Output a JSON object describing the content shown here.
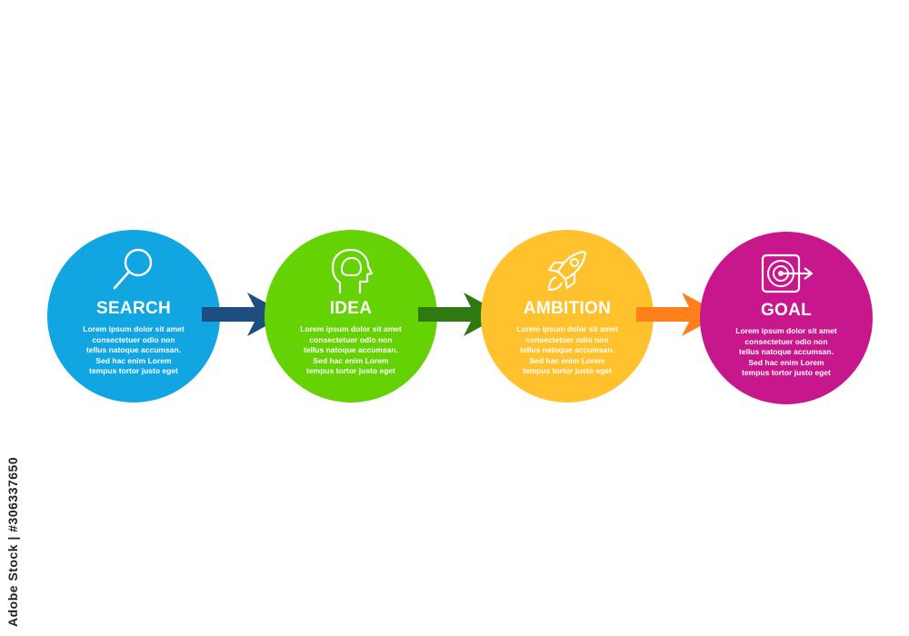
{
  "steps": [
    {
      "title": "SEARCH",
      "icon": "magnifier-icon",
      "color": "#11a5e1",
      "desc": [
        "Lorem ipsum dolor sit amet",
        "consectetuer odio non",
        "tellus natoque accumsan.",
        "Sed hac enim Lorem",
        "tempus tortor justo eget"
      ]
    },
    {
      "title": "IDEA",
      "icon": "head-icon",
      "color": "#64d203",
      "desc": [
        "Lorem ipsum dolor sit amet",
        "consectetuer odio non",
        "tellus natoque accumsan.",
        "Sed hac enim Lorem",
        "tempus tortor justo eget"
      ]
    },
    {
      "title": "AMBITION",
      "icon": "rocket-icon",
      "color": "#ffc12c",
      "desc": [
        "Lorem ipsum dolor sit amet",
        "consectetuer odio non",
        "tellus natoque accumsan.",
        "Sed hac enim Lorem",
        "tempus tortor justo eget"
      ]
    },
    {
      "title": "GOAL",
      "icon": "target-icon",
      "color": "#c8168c",
      "desc": [
        "Lorem ipsum dolor sit amet",
        "consectetuer odio non",
        "tellus natoque accumsan.",
        "Sed hac enim Lorem",
        "tempus tortor justo eget"
      ]
    }
  ],
  "arrows": [
    {
      "color": "#1c4f7f"
    },
    {
      "color": "#2f7a10"
    },
    {
      "color": "#ff7f1a"
    }
  ],
  "stock_id": "Adobe Stock | #306337650"
}
